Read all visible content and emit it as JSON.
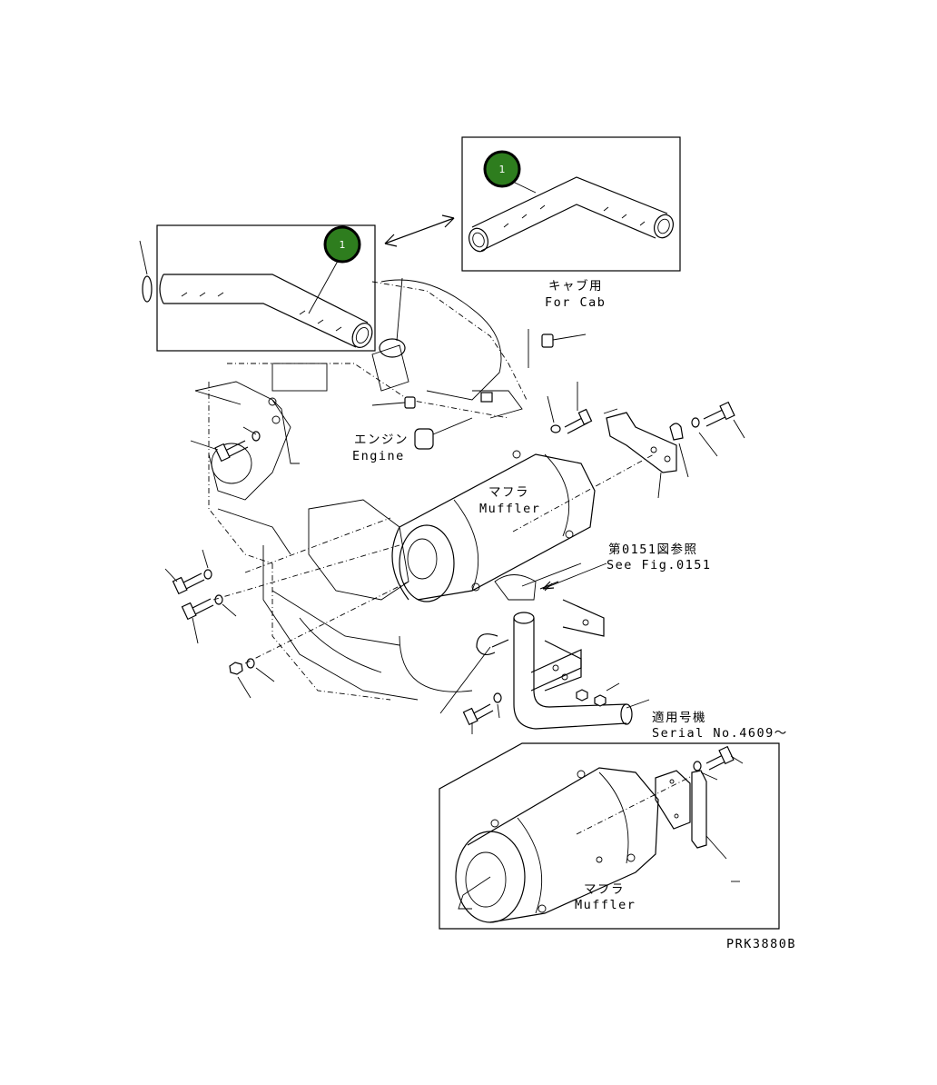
{
  "callouts": [
    {
      "id": "callout-1-main",
      "number": "1"
    },
    {
      "id": "callout-1-cab",
      "number": "1"
    }
  ],
  "labels": {
    "cab_jp": "キャブ用",
    "cab_en": "For Cab",
    "engine_jp": "エンジン",
    "engine_en": "Engine",
    "muffler_jp": "マフラ",
    "muffler_en": "Muffler",
    "fig_ref_jp": "第0151図参照",
    "fig_ref_en": "See Fig.0151",
    "serial_jp": "適用号機",
    "serial_en": "Serial No.4609～",
    "inset_muffler_jp": "マフラ",
    "inset_muffler_en": "Muffler",
    "drawing_code": "PRK3880B"
  },
  "colors": {
    "callout_fill": "#2e7d1e",
    "callout_stroke": "#000000",
    "line": "#000000",
    "background": "#ffffff"
  }
}
